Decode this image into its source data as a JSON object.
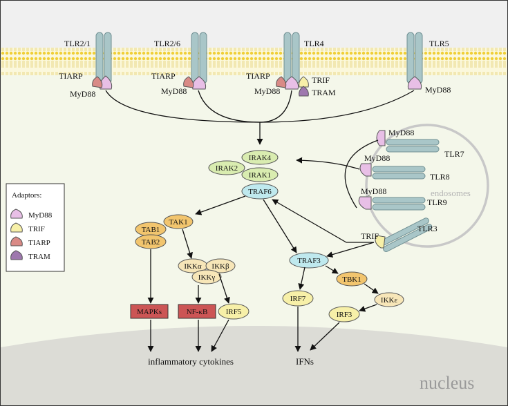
{
  "receptors": {
    "tlr2_1": "TLR2/1",
    "tlr2_6": "TLR2/6",
    "tlr4": "TLR4",
    "tlr5": "TLR5",
    "tlr7": "TLR7",
    "tlr8": "TLR8",
    "tlr9": "TLR9",
    "tlr3": "TLR3"
  },
  "adaptors": {
    "myd88": "MyD88",
    "tiarp": "TIARP",
    "trif": "TRIF",
    "tram": "TRAM"
  },
  "nodes": {
    "irak4": "IRAK4",
    "irak2": "IRAK2",
    "irak1": "IRAK1",
    "traf6": "TRAF6",
    "tab1": "TAB1",
    "tab2": "TAB2",
    "tak1": "TAK1",
    "ikka": "IKKα",
    "ikkb": "IKKβ",
    "ikkg": "IKKγ",
    "mapks": "MAPKs",
    "nfkb": "NF-κB",
    "irf5": "IRF5",
    "traf3": "TRAF3",
    "tbk1": "TBK1",
    "irf7": "IRF7",
    "ikke": "IKKε",
    "irf3": "IRF3"
  },
  "outputs": {
    "inflammatory": "inflammatory cytokines",
    "ifns": "IFNs"
  },
  "compartments": {
    "endosomes": "endosomes",
    "nucleus": "nucleus"
  },
  "legend": {
    "title": "Adaptors:",
    "items": [
      "MyD88",
      "TRIF",
      "TIARP",
      "TRAM"
    ]
  },
  "colors": {
    "myd88": "#e8bfe6",
    "trif": "#f7f0a8",
    "tiarp": "#d98a86",
    "tram": "#9e78ae",
    "receptor": "#a9c6c8",
    "irak": "#d9ecb0",
    "traf": "#bfe9ee",
    "kinase": "#f2c56e",
    "ikk": "#f7e6b8",
    "target": "#cc5555"
  }
}
